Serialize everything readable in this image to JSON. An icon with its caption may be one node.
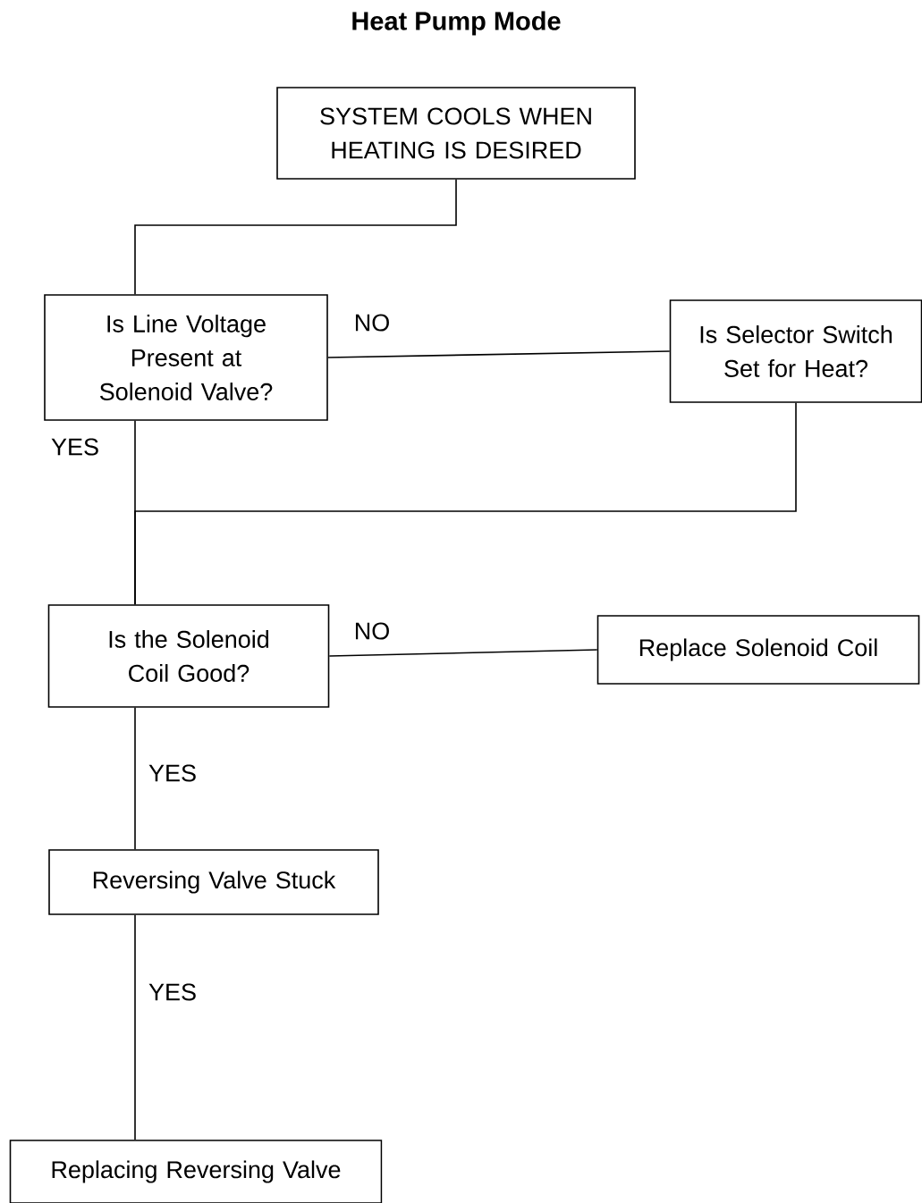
{
  "diagram": {
    "title": "Heat Pump Mode",
    "nodes": [
      {
        "text": [
          "SYSTEM COOLS WHEN HEATING IS DESIRED"
        ]
      },
      {
        "text": [
          "Is Line Voltage Present at Solenoid Valve?"
        ]
      },
      {
        "text": [
          "Is Selector Switch Set for Heat?"
        ]
      },
      {
        "text": [
          "Is the Solenoid Coil Good?"
        ]
      },
      {
        "text": [
          "Replace Solenoid Coil"
        ]
      },
      {
        "text": [
          "Reversing Valve Stuck"
        ]
      },
      {
        "text": [
          "Replacing Reversing Valve"
        ]
      }
    ],
    "edges": [
      {
        "from": 0,
        "to": 1,
        "arrow": "none"
      },
      {
        "from": 1,
        "to": 2,
        "arrow": "none",
        "label": "NO"
      },
      {
        "from": 1,
        "to": 3,
        "arrow": "none",
        "label": "YES"
      },
      {
        "from": 2,
        "to": 3,
        "arrow": "none"
      },
      {
        "from": 3,
        "to": 4,
        "arrow": "none",
        "label": "NO"
      },
      {
        "from": 3,
        "to": 5,
        "arrow": "none",
        "label": "YES"
      },
      {
        "from": 5,
        "to": 6,
        "arrow": "none",
        "label": "YES"
      }
    ]
  }
}
